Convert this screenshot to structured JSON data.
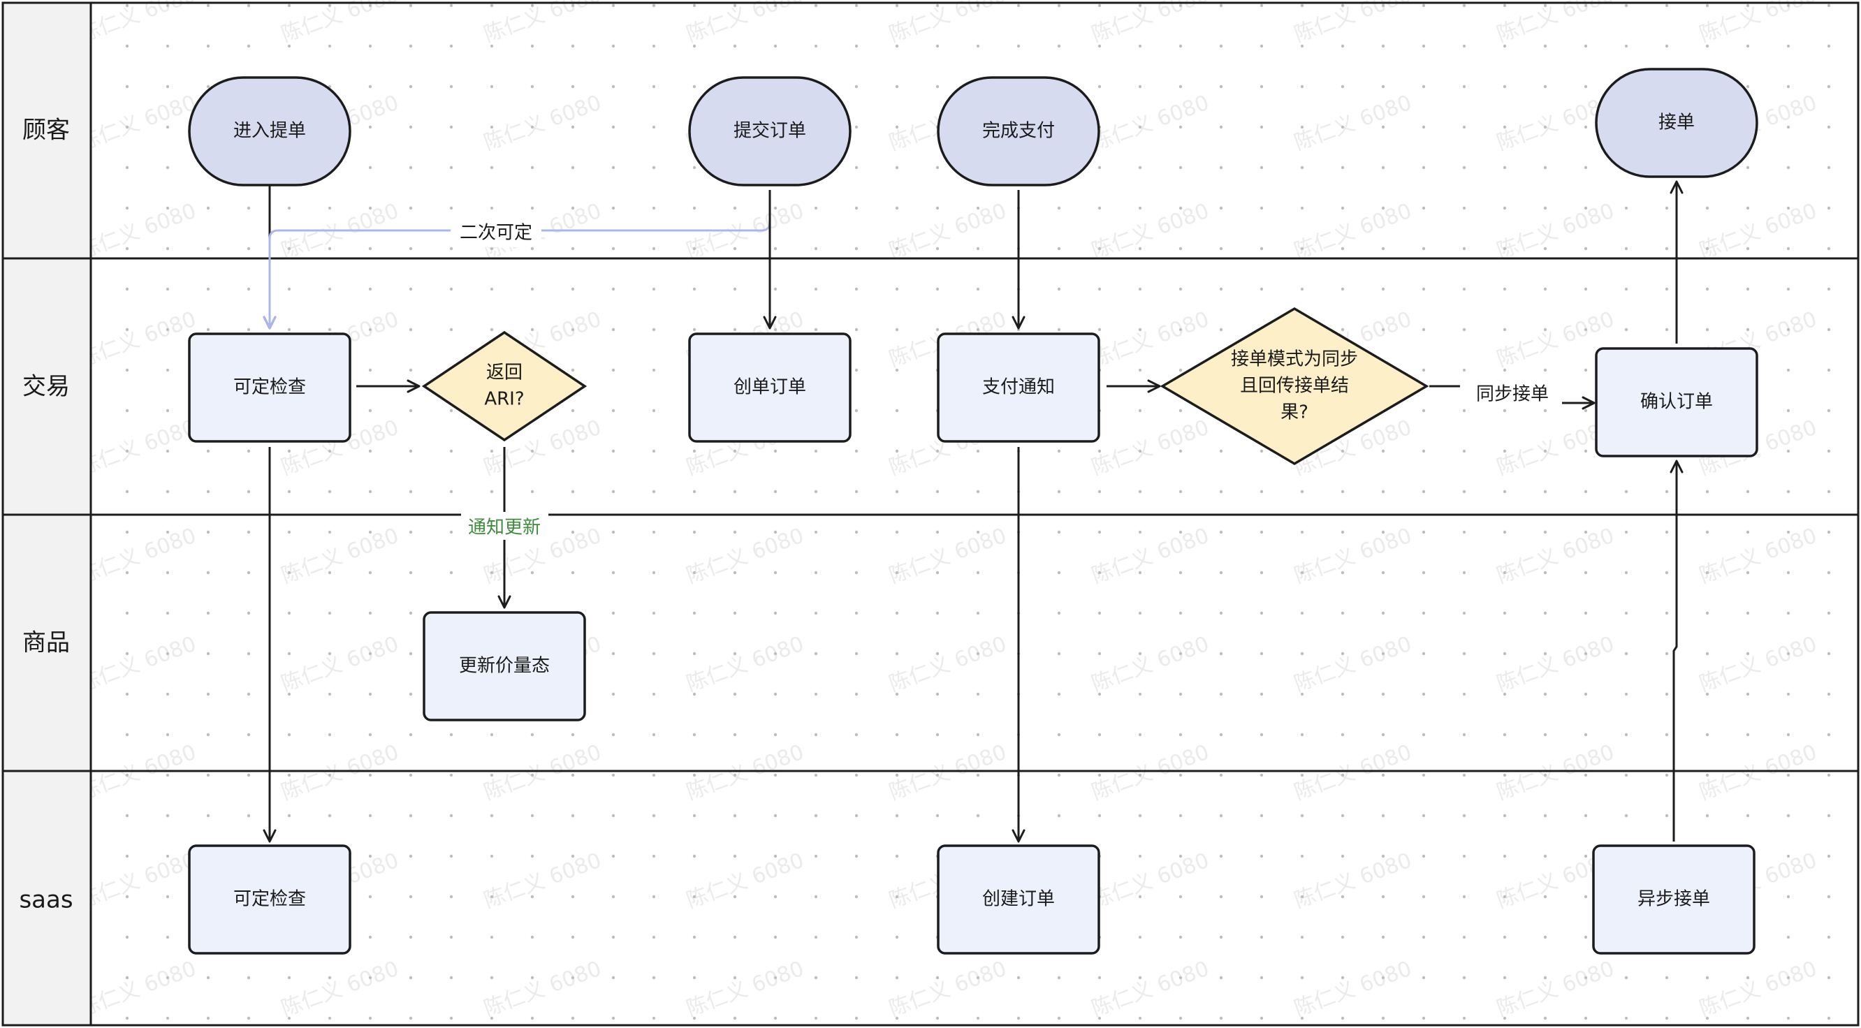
{
  "lanes": [
    {
      "id": "customer",
      "label": "顾客"
    },
    {
      "id": "trade",
      "label": "交易"
    },
    {
      "id": "product",
      "label": "商品"
    },
    {
      "id": "saas",
      "label": "saas"
    }
  ],
  "nodes": {
    "enter_order": {
      "label": [
        "进入提单"
      ],
      "shape": "terminal"
    },
    "submit_order": {
      "label": [
        "提交订单"
      ],
      "shape": "terminal"
    },
    "complete_payment": {
      "label": [
        "完成支付"
      ],
      "shape": "terminal"
    },
    "accept_order_customer": {
      "label": [
        "接单"
      ],
      "shape": "terminal"
    },
    "availability_check": {
      "label": [
        "可定检查"
      ],
      "shape": "process"
    },
    "return_ari": {
      "label": [
        "返回",
        "ARI?"
      ],
      "shape": "decision"
    },
    "create_order": {
      "label": [
        "创单订单"
      ],
      "shape": "process"
    },
    "payment_notice": {
      "label": [
        "支付通知"
      ],
      "shape": "process"
    },
    "sync_mode_decision": {
      "label": [
        "接单模式为同步",
        "且回传接单结",
        "果?"
      ],
      "shape": "decision"
    },
    "confirm_order": {
      "label": [
        "确认订单"
      ],
      "shape": "process"
    },
    "update_price_state": {
      "label": [
        "更新价量态"
      ],
      "shape": "process"
    },
    "saas_availability_check": {
      "label": [
        "可定检查"
      ],
      "shape": "process"
    },
    "saas_create_order": {
      "label": [
        "创建订单"
      ],
      "shape": "process"
    },
    "async_accept": {
      "label": [
        "异步接单"
      ],
      "shape": "process"
    }
  },
  "edge_labels": {
    "second_check": "二次可定",
    "notify_update": "通知更新",
    "sync_accept": "同步接单"
  },
  "watermark": "陈仁义 6080",
  "colors": {
    "terminal_fill": "#d7dbef",
    "process_fill": "#edf1fb",
    "decision_fill": "#fdf0c8",
    "stroke": "#1c1c1c",
    "lane_header_fill": "#f2f2f2",
    "highlight_edge": "#a9b7ee",
    "green_text": "#3c8c3c",
    "grid_dot": "#bdbdbd"
  }
}
